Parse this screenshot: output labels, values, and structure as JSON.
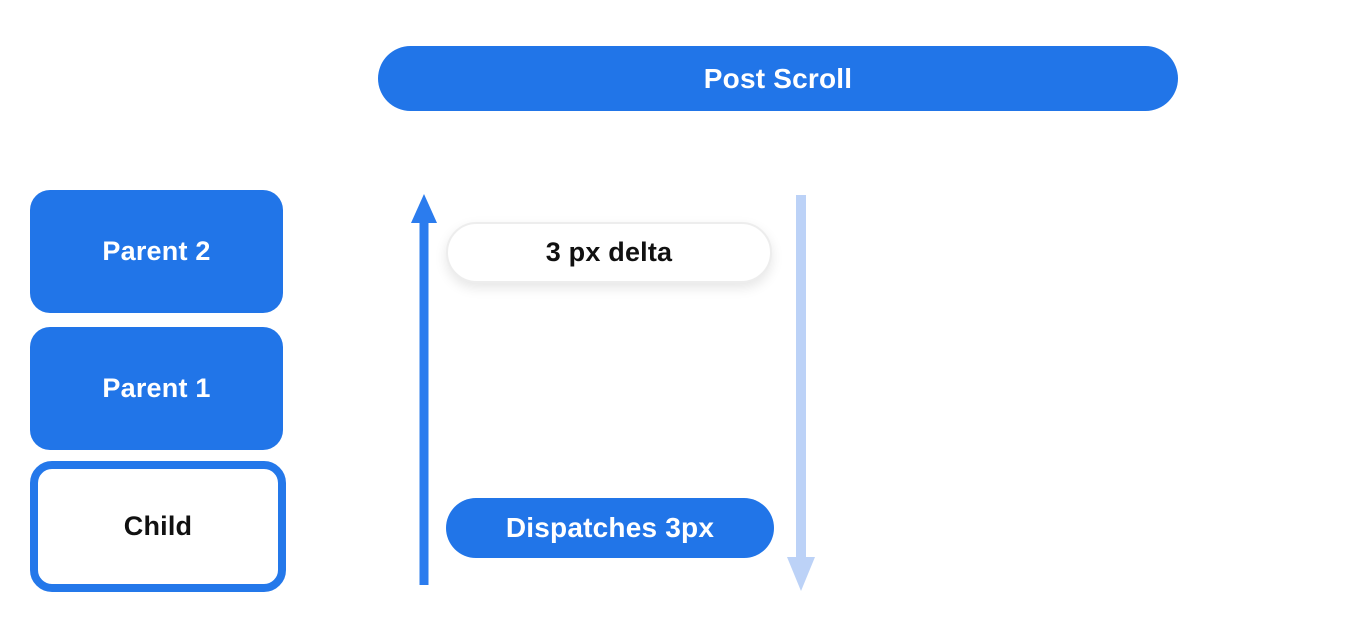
{
  "diagram": {
    "post_scroll_label": "Post Scroll",
    "boxes": [
      {
        "id": "parent-2",
        "label": "Parent 2"
      },
      {
        "id": "parent-1",
        "label": "Parent 1"
      },
      {
        "id": "child",
        "label": "Child"
      }
    ],
    "delta_label": "3 px delta",
    "dispatch_label": "Dispatches 3px",
    "icons": [
      {
        "name": "up-arrow-icon",
        "meaning": "scroll notification bubbling upward"
      },
      {
        "name": "down-arrow-icon",
        "meaning": "dispatched scroll flowing downward"
      }
    ],
    "colors": {
      "primary_blue": "#2175e8",
      "child_border_blue": "#2478ea",
      "light_blue_arrow": "#bcd2f7",
      "pill_background": "#ffffff",
      "pill_border": "#ededed",
      "dark_text": "#111111",
      "light_text": "#ffffff"
    }
  }
}
